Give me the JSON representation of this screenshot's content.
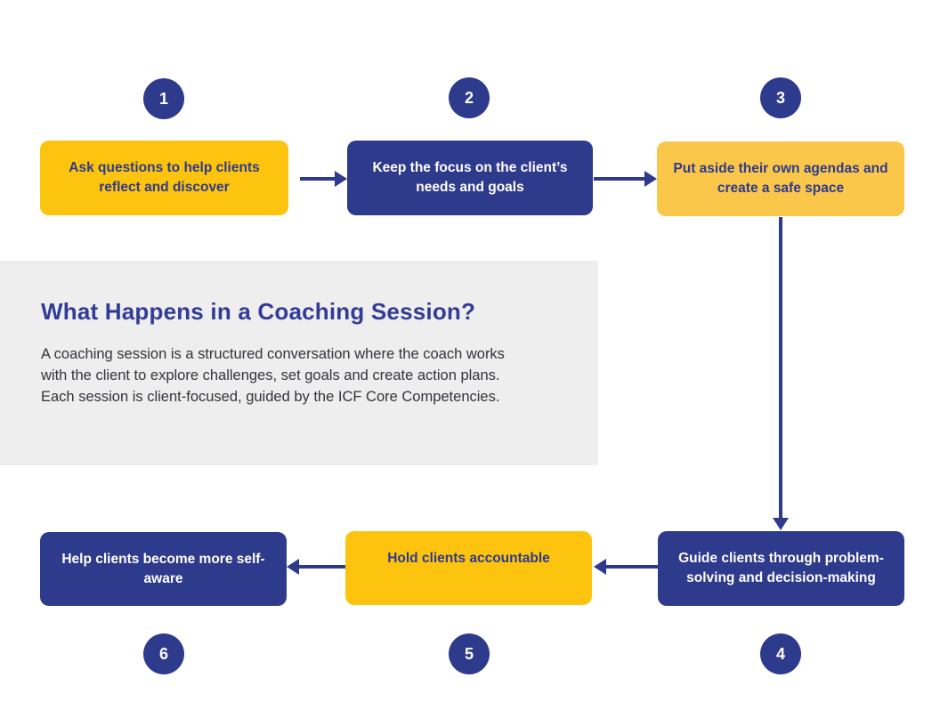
{
  "panel": {
    "title": "What Happens in a Coaching Session?",
    "description": "A coaching session is a structured conversation where the coach works with the client to explore challenges, set goals and create action plans. Each session is client-focused, guided by the ICF Core Competencies."
  },
  "steps": [
    {
      "number": "1",
      "label": "Ask questions to help clients reflect and discover",
      "variant": "yellow"
    },
    {
      "number": "2",
      "label": "Keep the focus on the client’s needs and goals",
      "variant": "navy"
    },
    {
      "number": "3",
      "label": "Put aside their own agendas and create a safe space",
      "variant": "amber"
    },
    {
      "number": "4",
      "label": "Guide clients through problem-solving and decision-making",
      "variant": "navy"
    },
    {
      "number": "5",
      "label": "Hold clients accountable",
      "variant": "yellow"
    },
    {
      "number": "6",
      "label": "Help clients become more self-aware",
      "variant": "navy"
    }
  ],
  "colors": {
    "navy": "#2E3A8C",
    "yellow": "#FCC30F",
    "amber": "#FAC74B",
    "panel_background": "#EEEEEE",
    "title_text": "#323C96",
    "body_text": "#33333B",
    "box_text_light": "#FFFFFF"
  }
}
